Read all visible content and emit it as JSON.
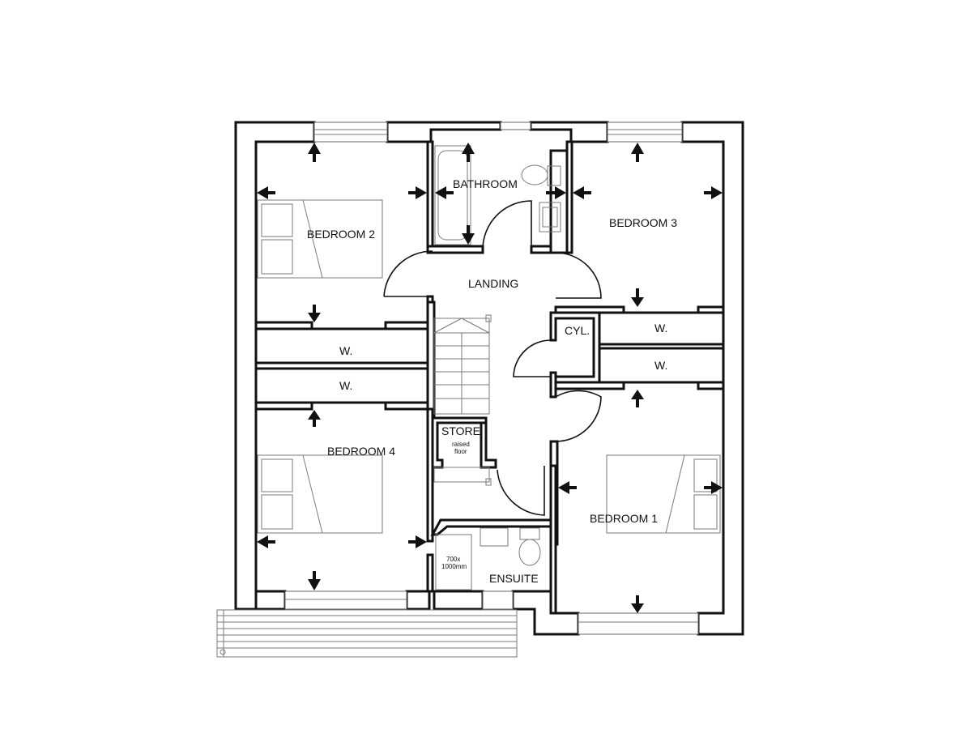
{
  "rooms": {
    "bedroom_2": "BEDROOM 2",
    "bathroom": "BATHROOM",
    "bedroom_3": "BEDROOM 3",
    "landing": "LANDING",
    "cylinder": "CYL.",
    "wardrobe": "W.",
    "bedroom_4": "BEDROOM 4",
    "store": "STORE",
    "store_note_1": "raised",
    "store_note_2": "floor",
    "bedroom_1": "BEDROOM 1",
    "ensuite": "ENSUITE",
    "shower_size_1": "700x",
    "shower_size_2": "1000mm"
  },
  "colors": {
    "wall": "#111111",
    "fixture": "#7a7a7a",
    "background": "#ffffff"
  }
}
